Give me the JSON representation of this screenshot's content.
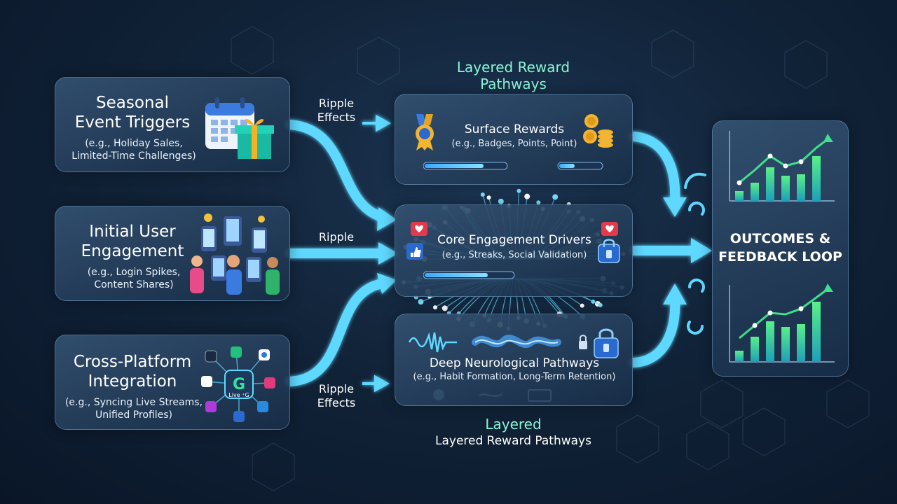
{
  "left_boxes": [
    {
      "title_line1": "Seasonal",
      "title_line2": "Event Triggers",
      "sub_line1": "(e.g., Holiday Sales,",
      "sub_line2": "Limited-Time Challenges)"
    },
    {
      "title_line1": "Initial User",
      "title_line2": "Engagement",
      "sub_line1": "(e.g., Login Spikes,",
      "sub_line2": "Content Shares)"
    },
    {
      "title_line1": "Cross-Platform",
      "title_line2": "Integration",
      "sub_line1": "(e.g., Syncing Live Streams,",
      "sub_line2": "Unified Profiles)"
    }
  ],
  "connector_labels": {
    "top_line1": "Ripple",
    "top_line2": "Effects",
    "middle": "Ripple",
    "bottom_line1": "Ripple",
    "bottom_line2": "Effects"
  },
  "center": {
    "caption_top_line1": "Layered Reward",
    "caption_top_line2": "Pathways",
    "surface": {
      "title": "Surface Rewards",
      "sub": "(e.g., Badges, Points, Point)"
    },
    "core": {
      "title": "Core Engagement Drivers",
      "sub": "(e.g., Streaks, Social Validation)"
    },
    "deep": {
      "title": "Deep Neurological Pathways",
      "sub": "(e.g., Habit Formation, Long-Term Retention)"
    },
    "caption_bottom_line1": "Layered",
    "caption_bottom_line2": "Layered Reward Pathways"
  },
  "outcome": {
    "title_line1": "OUTCOMES &",
    "title_line2": "FEEDBACK LOOP"
  },
  "icon_text": {
    "live_logo": "G",
    "live_tag": "Live ⁺G"
  },
  "colors": {
    "accent": "#5fd8ff",
    "caption": "#8cf6d6",
    "chart_green": "#3fe08a"
  }
}
